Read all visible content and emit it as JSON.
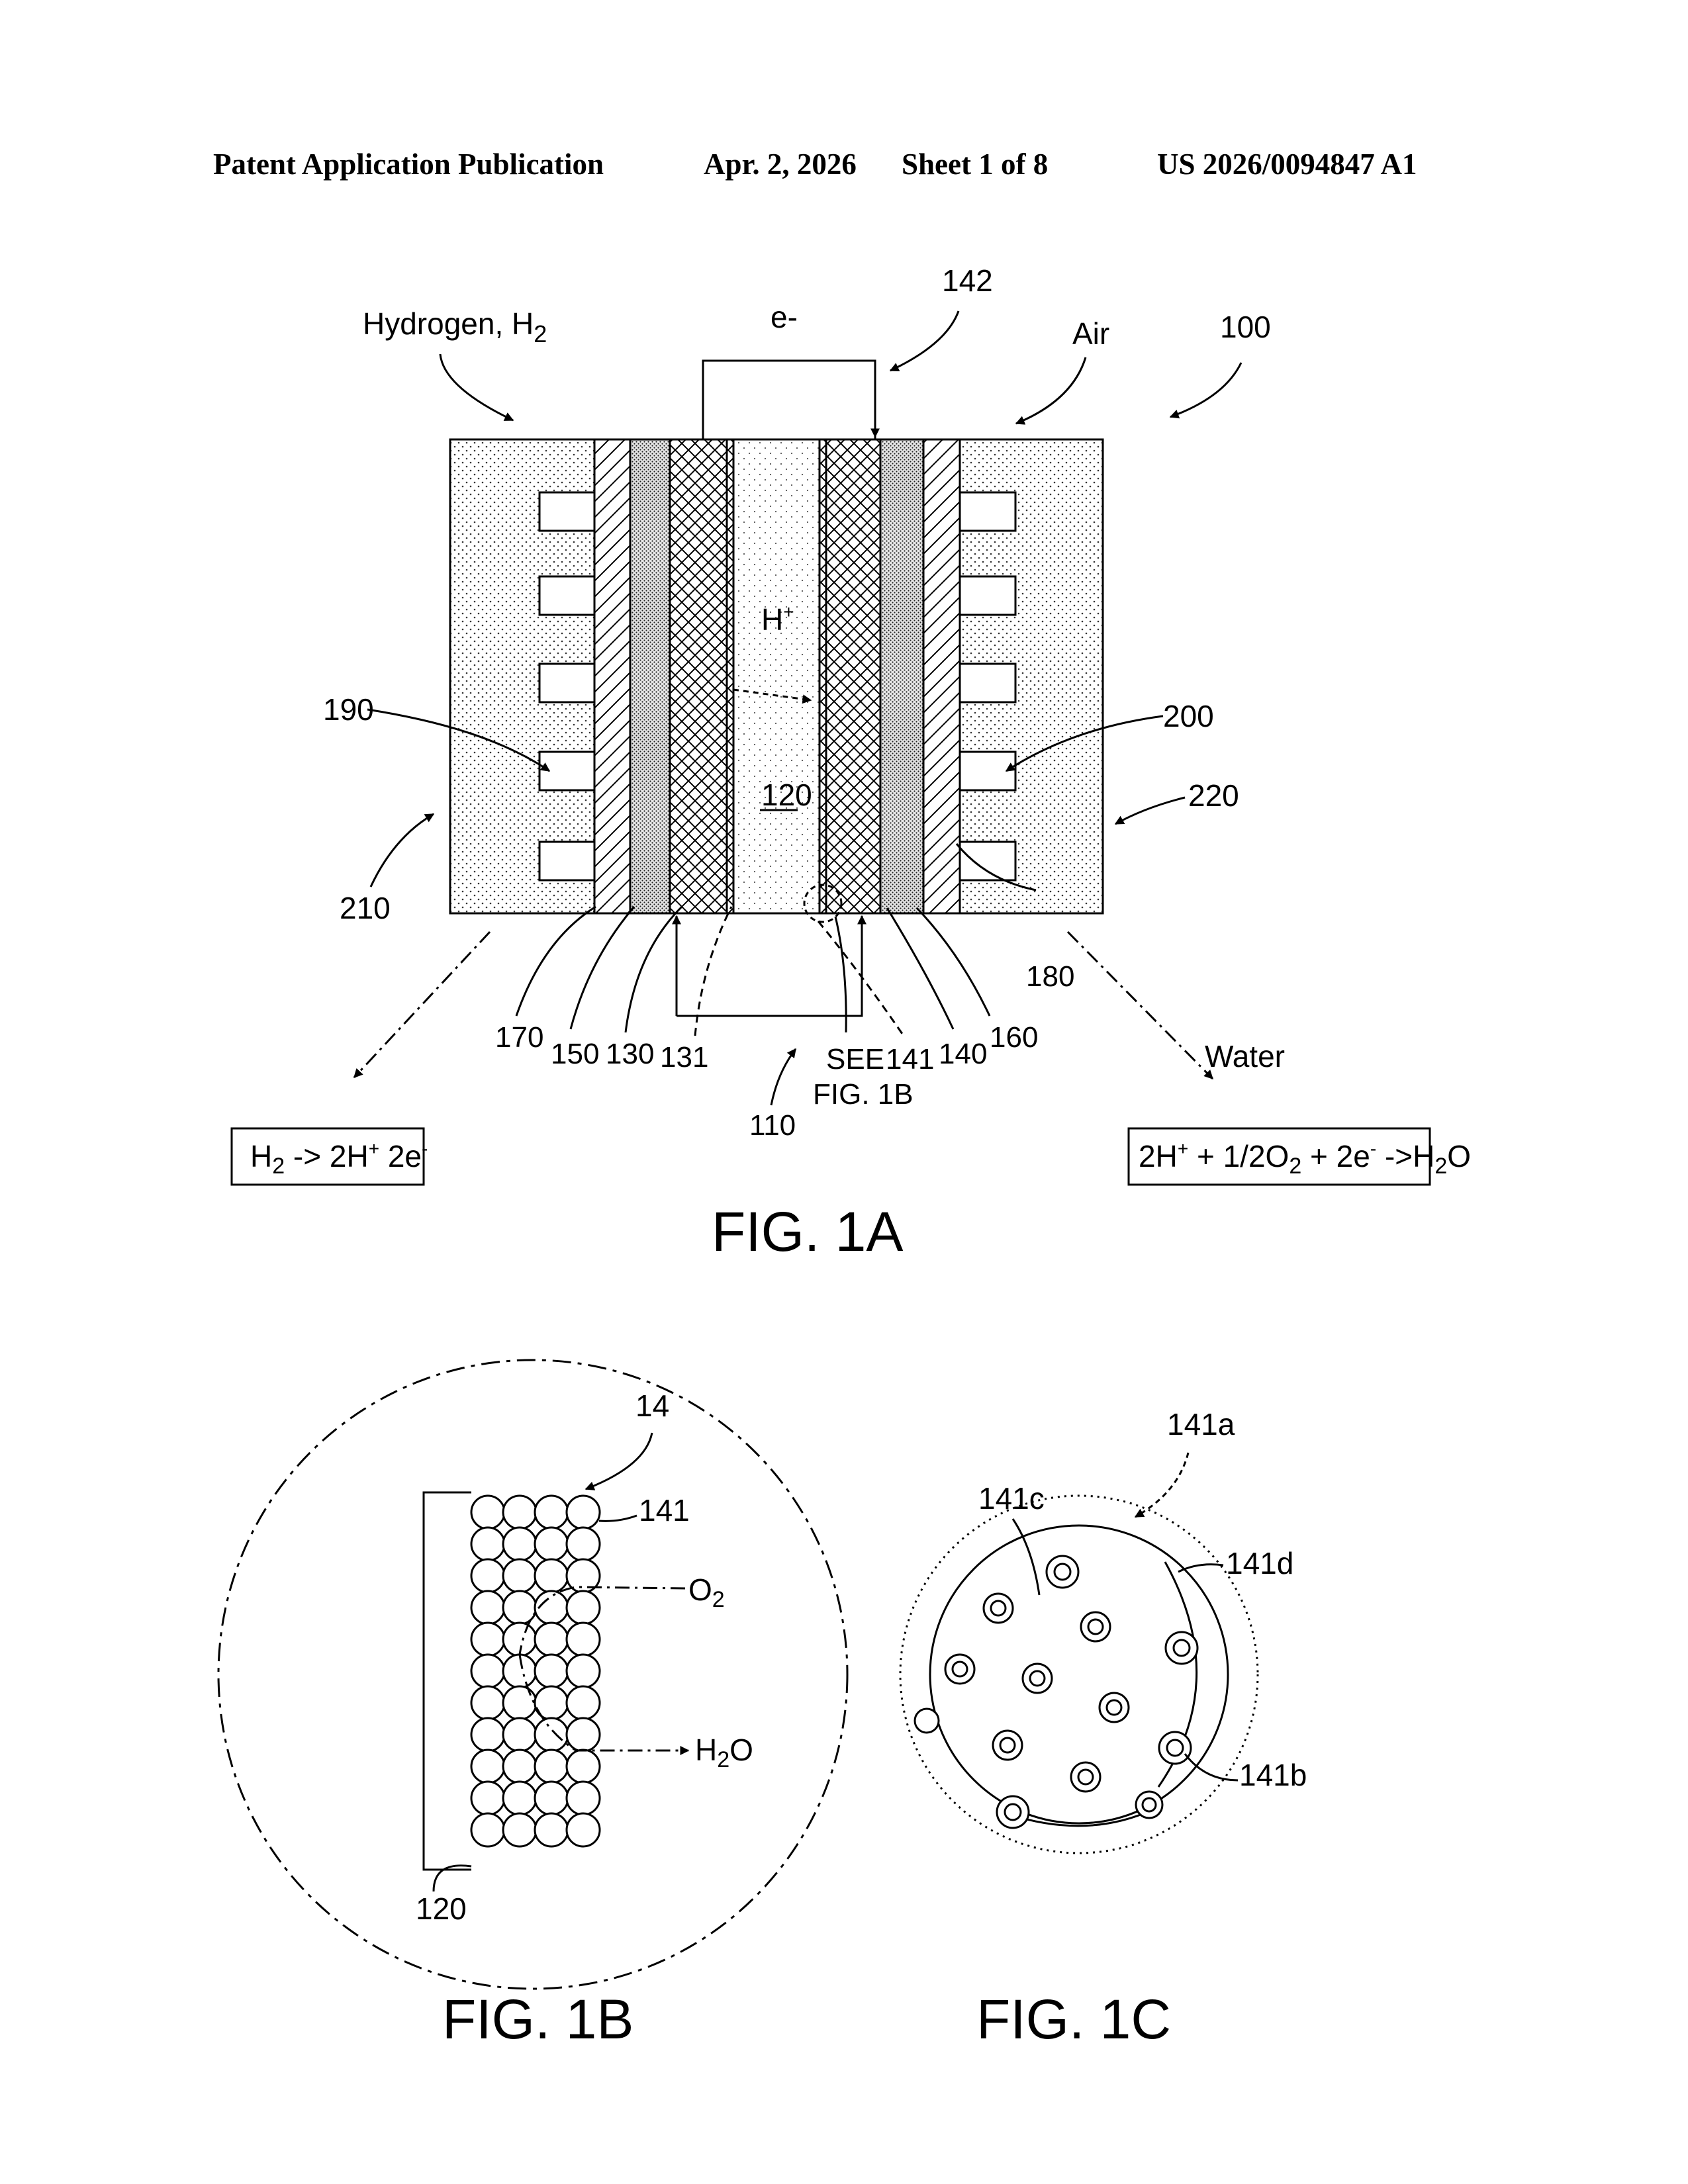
{
  "header": {
    "left": "Patent Application Publication",
    "date": "Apr. 2, 2026",
    "sheet": "Sheet 1 of 8",
    "pub_number": "US 2026/0094847 A1"
  },
  "fig1a": {
    "caption": "FIG. 1A",
    "hydrogen_label": "Hydrogen, H",
    "hydrogen_sub": "2",
    "air_label": "Air",
    "electron_label": "e-",
    "proton_label": "H",
    "proton_sup": "+",
    "water_label": "Water",
    "see_label": "SEE",
    "see_ref": "FIG. 1B",
    "anode_equation": {
      "a": "H",
      "b": "2",
      "c": " -> 2H",
      "d": "+",
      "e": " 2e",
      "f": "-"
    },
    "cathode_equation": {
      "a": "2H",
      "b": "+",
      "c": " + 1/2O",
      "d": "2",
      "e": " + 2e",
      "f": "-",
      "g": " ->H",
      "h": "2",
      "i": "O"
    },
    "refs": {
      "r100": "100",
      "r142": "142",
      "r190": "190",
      "r200": "200",
      "r220": "220",
      "r210": "210",
      "r120": "120",
      "r170": "170",
      "r150": "150",
      "r130": "130",
      "r131": "131",
      "r141": "141",
      "r140": "140",
      "r160": "160",
      "r180": "180",
      "r110": "110"
    }
  },
  "fig1b": {
    "caption": "FIG. 1B",
    "refs": {
      "r14": "14",
      "r141": "141",
      "r120": "120"
    },
    "o2": {
      "a": "O",
      "b": "2"
    },
    "h2o": {
      "a": "H",
      "b": "2",
      "c": "O"
    }
  },
  "fig1c": {
    "caption": "FIG. 1C",
    "refs": {
      "a": "141a",
      "b": "141b",
      "c": "141c",
      "d": "141d"
    }
  }
}
